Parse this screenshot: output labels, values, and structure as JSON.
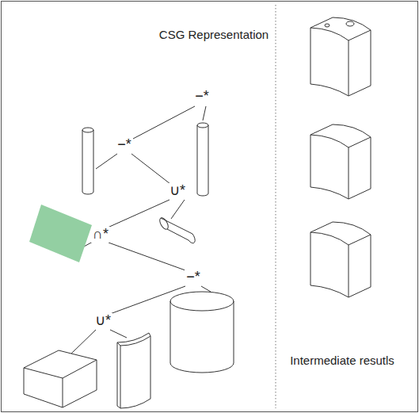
{
  "diagram": {
    "title": "CSG Representation",
    "labels": [
      "−*",
      "−*",
      "∪*",
      "∩*",
      "−*",
      "∪*",
      "Intermediate resutls"
    ]
  }
}
